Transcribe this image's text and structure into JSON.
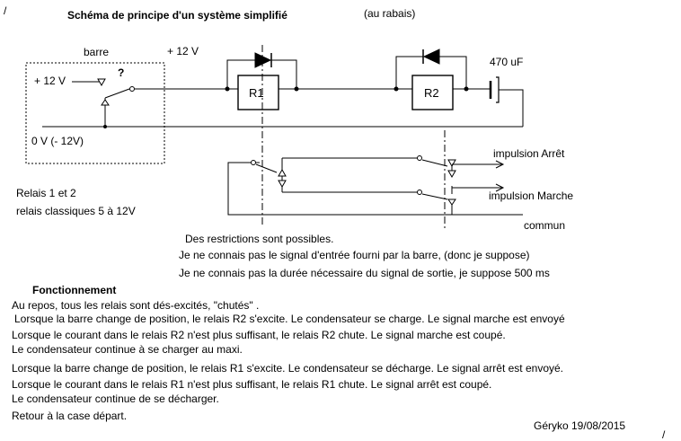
{
  "diagram": {
    "title": "Schéma de principe d'un système simplifié",
    "subtitle": "(au rabais)",
    "labels": {
      "barre": "barre",
      "plus12v_top": "+ 12 V",
      "plus12v_box": "+ 12 V",
      "question": "?",
      "zero_v": "0 V (- 12V)",
      "relay_r1": "R1",
      "relay_r2": "R2",
      "capacitor": "470 uF",
      "impulse_stop": "impulsion Arrêt",
      "impulse_march": "impulsion Marche",
      "common": "commun",
      "relays_line1": "Relais 1 et 2",
      "relays_line2": "relais classiques 5 à 12V"
    },
    "glyphs": {
      "top_left_mark": "/",
      "bottom_right_mark": "/"
    }
  },
  "notes": {
    "restrictions": "Des restrictions sont possibles.",
    "input_signal": "Je ne connais pas le signal d'entrée fourni par la barre, (donc je suppose)",
    "output_duration": "Je ne connais pas la durée nécessaire du signal de sortie, je suppose 500 ms"
  },
  "operation": {
    "heading": "Fonctionnement",
    "lines": [
      "Au repos, tous les relais sont dés-excités, \"chutés\" .",
      "Lorsque la barre change de position, le relais R2 s'excite. Le condensateur se charge. Le signal marche est envoyé",
      "Lorsque le courant dans le relais R2 n'est plus suffisant, le relais R2 chute. Le signal marche est coupé.",
      "Le condensateur continue à se charger au maxi.",
      "Lorsque la barre change de position, le relais R1 s'excite. Le condensateur se décharge. Le signal arrêt est envoyé.",
      "Lorsque le courant dans le relais R1 n'est plus suffisant, le relais R1 chute. Le signal arrêt est coupé.",
      "Le condensateur continue de se décharger.",
      "Retour à la case départ."
    ]
  },
  "signature": "Géryko  19/08/2015"
}
